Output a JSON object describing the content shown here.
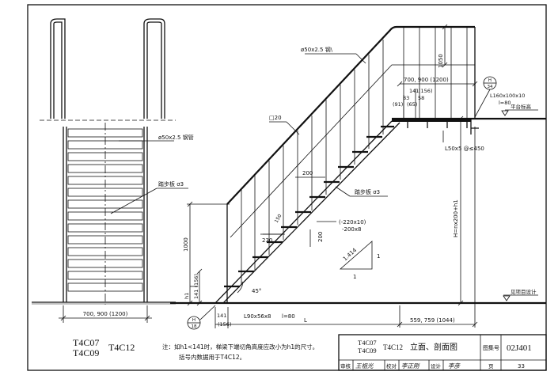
{
  "plan_view": {
    "pipe_callout": "ø50x2.5 钢管",
    "tread_callout": "踏步板 σ3",
    "width_dim": "700, 900 (1200)"
  },
  "section_view": {
    "rail_callout": "ø50x2.5 钢\\",
    "post_callout": "□20",
    "rail_height": "1050",
    "landing_depth": "700, 900 (1200)",
    "tread_callout": "踏步板 σ3",
    "tread_spacing": "200",
    "tread_width": "230",
    "riser": "200",
    "stringer_label_1": "(-220x10)",
    "stringer_label_2": "-200x8",
    "slope_long": "1.414",
    "slope_short_1": "1",
    "slope_short_2": "1",
    "angle": "45°",
    "height_1000": "1000",
    "h1": "h1",
    "h1_dim": "141 (156)",
    "bottom_141": "141",
    "bottom_156": "(156)",
    "bottom_angle": "L90x56x8",
    "bottom_l": "l=80",
    "span_L": "L",
    "top_right_dim": "559, 759 (1044)",
    "total_height": "H=nx200+h1",
    "top_dim_141": "141",
    "top_dim_156": "(156)",
    "top_dim_58": "58",
    "top_dim_65": "(65)",
    "top_dim_83": "83",
    "top_dim_91": "(91)",
    "top_angle": "L160x100x10",
    "top_l": "l=80",
    "platform_level": "平台标高",
    "beam_angle": "L50x5 @≤450",
    "ground_level": "见项目设计",
    "detail_top_num": "H",
    "detail_top_sheet": "34",
    "detail_bottom_num": "H",
    "detail_bottom_sheet": "18"
  },
  "models_left": {
    "model_1": "T4C07",
    "model_2": "T4C09",
    "model_3": "T4C12"
  },
  "note": {
    "line1": "注：如h1<141时，梯梁下端切角高度应改小为h1的尺寸。",
    "line2": "括号内数据用于T4C12。"
  },
  "title_block": {
    "model_1": "T4C07",
    "model_2": "T4C09",
    "model_3": "T4C12",
    "title": "立面、剖面图",
    "atlas_label": "图集号",
    "atlas_no": "02J401",
    "review_label": "审核",
    "review_sig": "王祖光",
    "check_label": "校对",
    "check_sig": "李正刚",
    "design_label": "设计",
    "design_sig": "李彦",
    "page_label": "页",
    "page_no": "33"
  }
}
